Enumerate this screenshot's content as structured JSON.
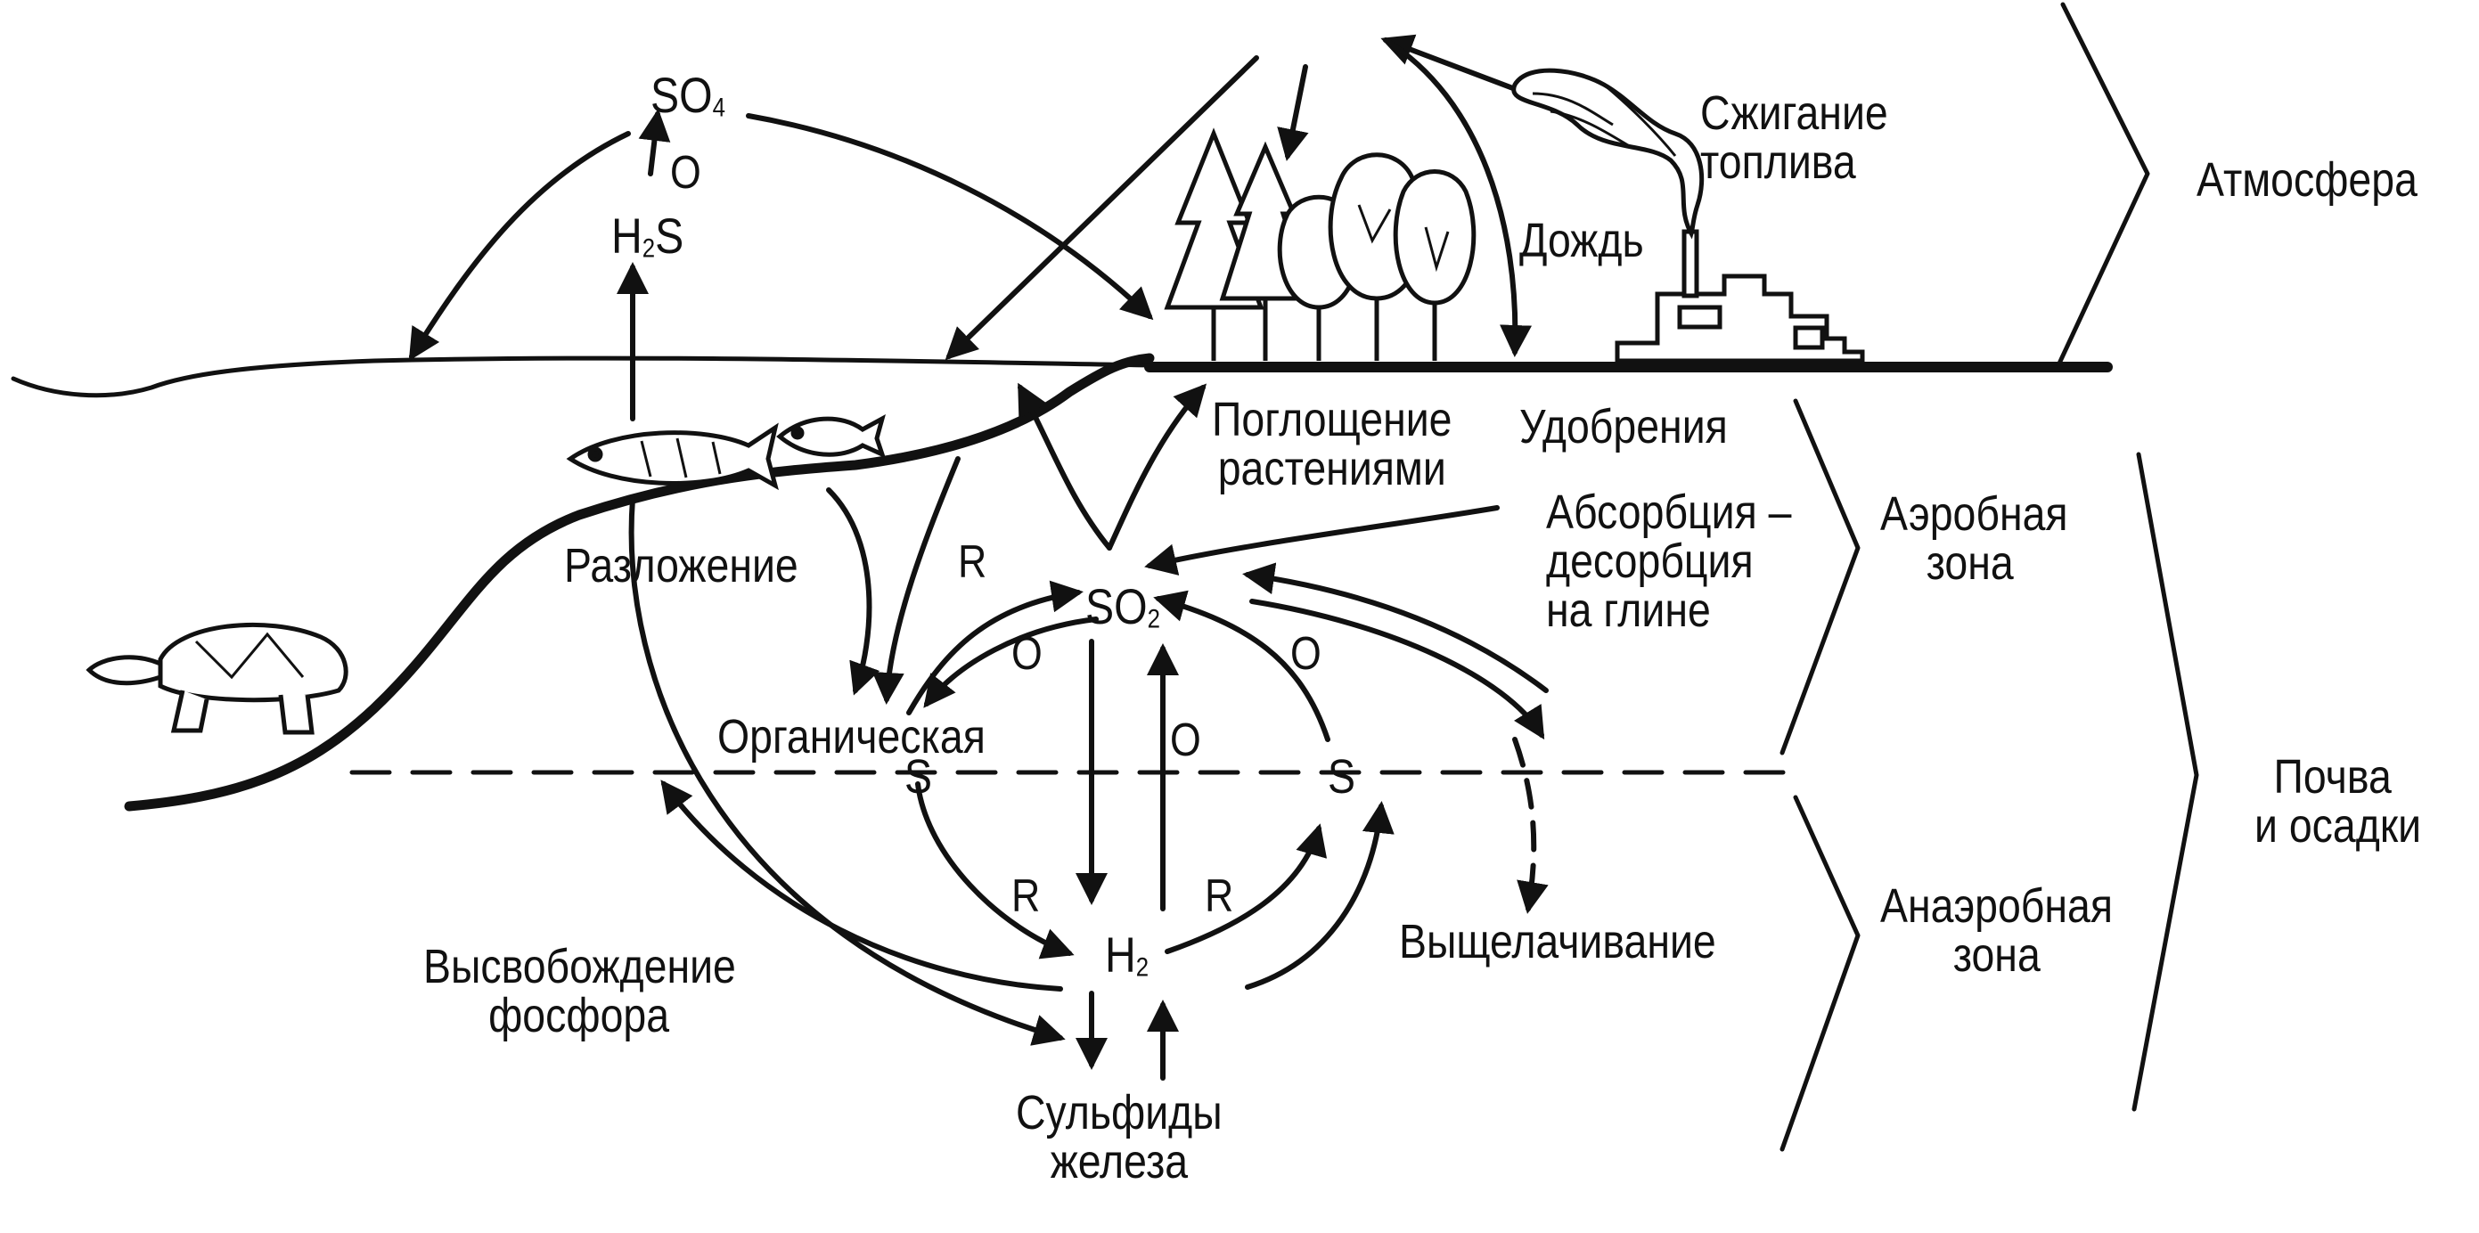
{
  "labels": {
    "so4_top": {
      "base": "SO",
      "sub": "4"
    },
    "o_top": "O",
    "h2s_top": {
      "base": "H",
      "sub": "2",
      "tail": "S"
    },
    "burning": [
      "Сжигание",
      "топлива"
    ],
    "atmosphere": "Атмосфера",
    "rain": "Дождь",
    "uptake": [
      "Поглощение",
      "растениями"
    ],
    "fertilizers": "Удобрения",
    "absorption": [
      "Абсорбция –",
      "десорбция",
      "на глине"
    ],
    "aerobic": [
      "Аэробная",
      "зона"
    ],
    "soil": [
      "Почва",
      "и осадки"
    ],
    "anaerobic": [
      "Анаэробная",
      "зона"
    ],
    "decomposition": "Разложение",
    "r_upper": "R",
    "so2": {
      "base": "SO",
      "sub": "2"
    },
    "o_left": "O",
    "o_right": "O",
    "o_middle": "O",
    "organic": "Органическая",
    "s_left": "S",
    "s_right": "S",
    "r_lower_left": "R",
    "r_lower_right": "R",
    "h2": {
      "base": "H",
      "sub": "2"
    },
    "leaching": "Выщелачивание",
    "phosphorus": [
      "Высвобождение",
      "фосфора"
    ],
    "sulfides": [
      "Сульфиды",
      "железа"
    ]
  },
  "icons": [
    "fish-icon",
    "small-fish-icon",
    "turtle-icon",
    "forest-icon",
    "factory-icon",
    "smoke-icon"
  ],
  "colors": {
    "ink": "#111111",
    "background": "#ffffff"
  }
}
